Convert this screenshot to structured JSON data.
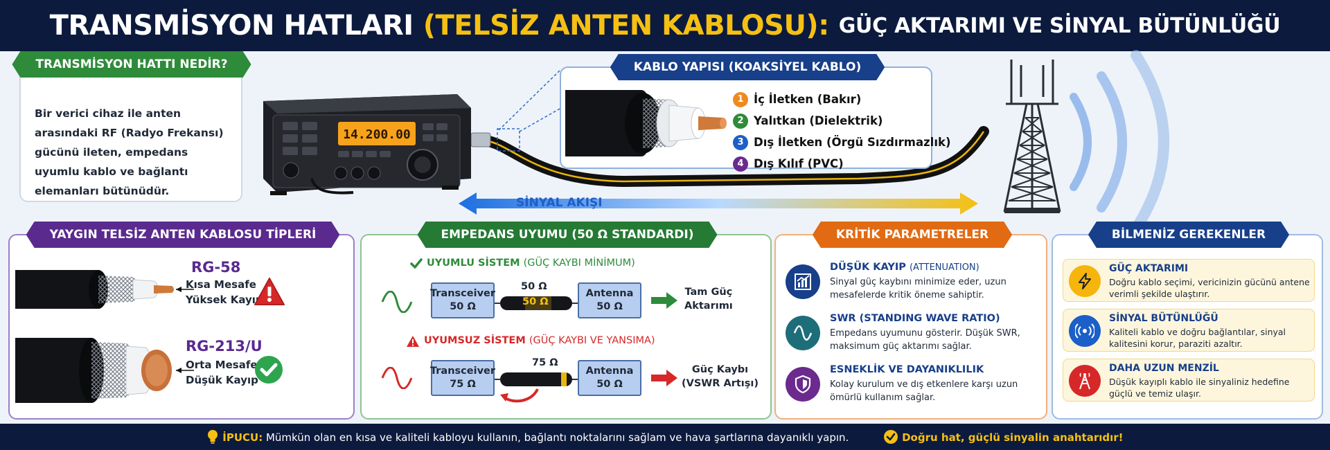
{
  "header": {
    "title_part1": "TRANSMİSYON HATLARI",
    "title_part2": "(TELSİZ ANTEN KABLOSU):",
    "title_part3": "GÜÇ AKTARIMI VE SİNYAL BÜTÜNLÜĞÜ"
  },
  "what_is": {
    "title": "TRANSMİSYON HATTI NEDİR?",
    "text": "Bir verici cihaz ile anten arasındaki RF (Radyo Frekansı) gücünü ileten, empedans uyumlu kablo ve bağlantı elemanları bütünüdür."
  },
  "radio": {
    "display": "14.200.00"
  },
  "structure": {
    "title": "KABLO YAPISI (KOAKSİYEL KABLO)",
    "layers": [
      {
        "num": "1",
        "label": "İç İletken (Bakır)",
        "color": "#f08a1c"
      },
      {
        "num": "2",
        "label": "Yalıtkan (Dielektrik)",
        "color": "#2e8b3a"
      },
      {
        "num": "3",
        "label": "Dış İletken (Örgü Sızdırmazlık)",
        "color": "#1c5fc8"
      },
      {
        "num": "4",
        "label": "Dış Kılıf (PVC)",
        "color": "#6b2a8e"
      }
    ]
  },
  "flow": {
    "label": "SİNYAL AKIŞI"
  },
  "cable_types": {
    "title": "YAYGIN TELSİZ ANTEN KABLOSU TİPLERİ",
    "items": [
      {
        "name": "RG-58",
        "line1": "Kısa Mesafe",
        "line2": "Yüksek Kayıp",
        "status": "warning"
      },
      {
        "name": "RG-213/U",
        "line1": "Orta Mesafe",
        "line2": "Düşük Kayıp",
        "status": "ok"
      }
    ]
  },
  "impedance": {
    "title": "EMPEDANS UYUMU (50 Ω STANDARDI)",
    "matched": {
      "head": "UYUMLU SİSTEM",
      "head_paren": "(GÜÇ KAYBI MİNİMUM)",
      "left_label": "Transceiver",
      "left_value": "50 Ω",
      "cable_top": "50 Ω",
      "cable_label": "50 Ω",
      "right_label": "Antenna",
      "right_value": "50 Ω",
      "result_line1": "Tam Güç",
      "result_line2": "Aktarımı"
    },
    "mismatched": {
      "head": "UYUMSUZ SİSTEM",
      "head_paren": "(GÜÇ KAYBI VE YANSIMA)",
      "left_label": "Transceiver",
      "left_value": "75 Ω",
      "cable_top": "75 Ω",
      "right_label": "Antenna",
      "right_value": "50 Ω",
      "result_line1": "Güç Kaybı",
      "result_line2": "(VSWR Artışı)"
    }
  },
  "critical": {
    "title": "KRİTİK PARAMETRELER",
    "items": [
      {
        "title": "DÜŞÜK KAYIP",
        "sub": "(ATTENUATION)",
        "desc": "Sinyal güç kaybını minimize eder, uzun mesafelerde kritik öneme sahiptir.",
        "color": "#173f8a"
      },
      {
        "title": "SWR (STANDING WAVE RATIO)",
        "sub": "",
        "desc": "Empedans uyumunu gösterir. Düşük SWR, maksimum güç aktarımı sağlar.",
        "color": "#1e6e7a"
      },
      {
        "title": "ESNEKLİK VE DAYANIKLILIK",
        "sub": "",
        "desc": "Kolay kurulum ve dış etkenlere karşı uzun ömürlü kullanım sağlar.",
        "color": "#6b2a8e"
      }
    ]
  },
  "know": {
    "title": "BİLMENİZ GEREKENLER",
    "items": [
      {
        "title": "GÜÇ AKTARIMI",
        "desc": "Doğru kablo seçimi, vericinizin gücünü antene verimli şekilde ulaştırır.",
        "color": "#f5b50c"
      },
      {
        "title": "SİNYAL BÜTÜNLÜĞÜ",
        "desc": "Kaliteli kablo ve doğru bağlantılar, sinyal kalitesini korur, paraziti azaltır.",
        "color": "#1c5fc8"
      },
      {
        "title": "DAHA UZUN MENZİL",
        "desc": "Düşük kayıplı kablo ile sinyaliniz hedefine güçlü ve temiz ulaşır.",
        "color": "#d62828"
      }
    ]
  },
  "footer": {
    "tip_label": "İPUCU:",
    "tip_text": "Mümkün olan en kısa ve kaliteli kabloyu kullanın, bağlantı noktalarını sağlam ve hava şartlarına dayanıklı yapın.",
    "slogan": "Doğru hat, güçlü sinyalin anahtarıdır!"
  }
}
